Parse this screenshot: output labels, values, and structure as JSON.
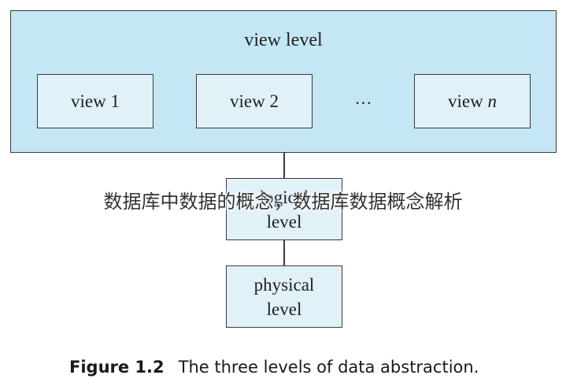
{
  "diagram": {
    "view_level": {
      "label": "view level",
      "views": [
        {
          "prefix": "view ",
          "suffix": "1"
        },
        {
          "prefix": "view ",
          "suffix": "2"
        },
        {
          "prefix": "view ",
          "suffix": "n"
        }
      ],
      "ellipsis": "…"
    },
    "logical_level": {
      "line1": "logical",
      "line2": "level"
    },
    "physical_level": {
      "line1": "physical",
      "line2": "level"
    }
  },
  "watermark": "数据库中数据的概念，数据库数据概念解析",
  "caption": {
    "figure_label": "Figure 1.2",
    "text": "The three levels of data abstraction."
  },
  "colors": {
    "outer_fill": "#c5e6f5",
    "box_fill": "#e1f1f8",
    "stroke": "#3b3b3b"
  }
}
